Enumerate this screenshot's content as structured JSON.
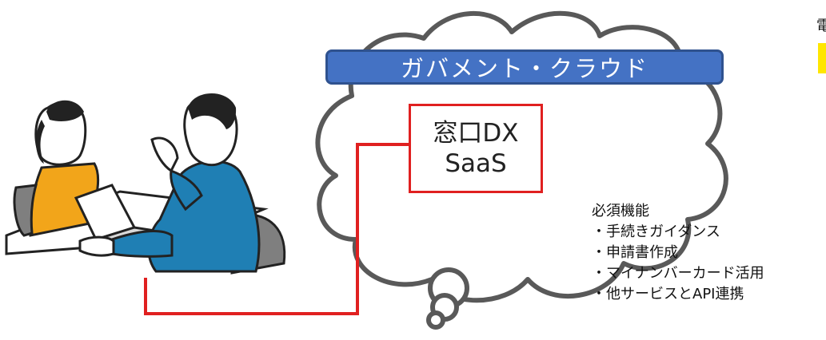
{
  "cloud": {
    "title": "ガバメント・クラウド"
  },
  "service": {
    "line1": "窓口DX",
    "line2": "SaaS"
  },
  "requirements": {
    "heading": "必須機能",
    "items": [
      "手続きガイダンス",
      "申請書作成",
      "マイナンバーカード活用",
      "他サービスとAPI連携"
    ]
  },
  "edge": {
    "partial_text": "電"
  },
  "colors": {
    "cloud_stroke": "#595959",
    "title_fill": "#4472c4",
    "connector": "#e02020",
    "highlight": "#ffe600"
  },
  "illustration": {
    "subject": "consultation-scene",
    "people": [
      "woman-yellow-sweater",
      "man-blue-suit"
    ],
    "objects": [
      "laptop",
      "desk",
      "chair"
    ]
  }
}
